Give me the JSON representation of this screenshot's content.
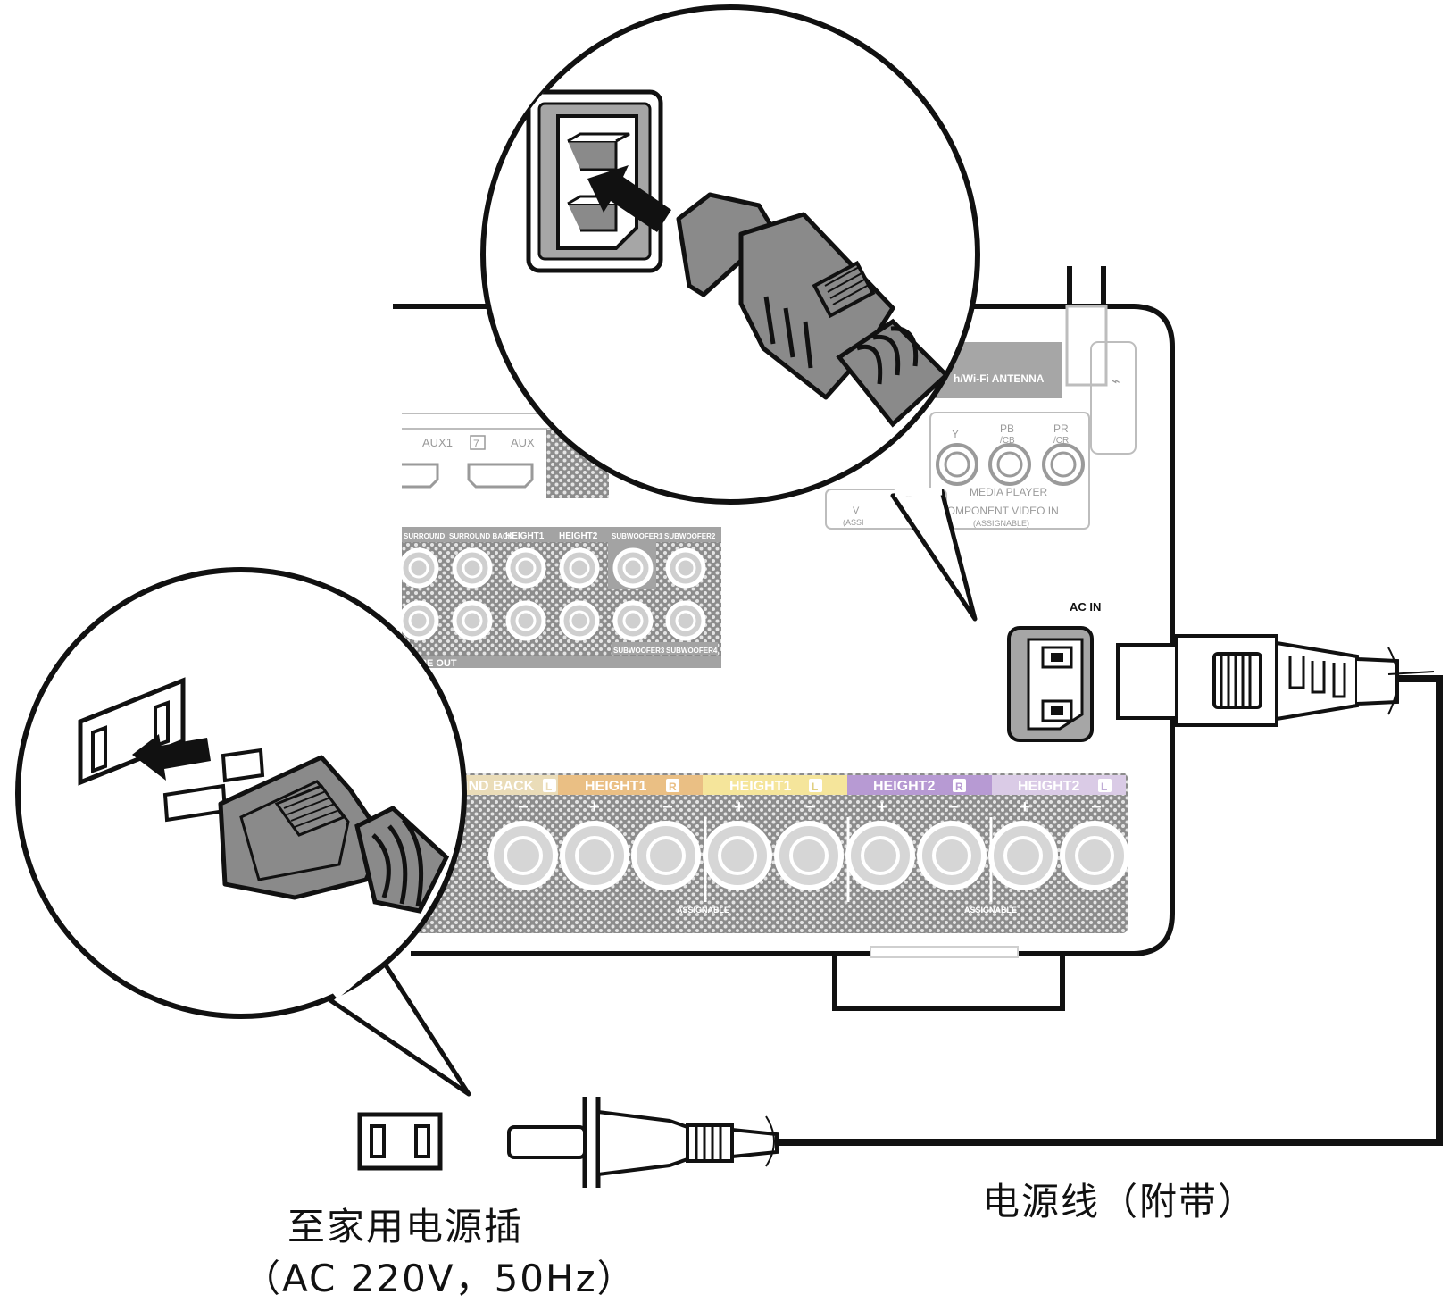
{
  "labels": {
    "antenna": "h/Wi-Fi ANTENNA",
    "aux1": "AUX1",
    "aux_num": "7",
    "aux2": "AUX",
    "media_player": "MEDIA PLAYER",
    "component_in": "COMPONENT VIDEO IN",
    "assignable": "(ASSIGNABLE)",
    "y": "Y",
    "pb": "PB",
    "pb_sub": "/CB",
    "pr": "PR",
    "pr_sub": "/CR",
    "v": "V",
    "assi": "(ASSI",
    "ac_in": "AC IN",
    "pre_out": "RE  OUT",
    "pre_headers": [
      "SURROUND",
      "SURROUND BACK",
      "HEIGHT1",
      "HEIGHT2",
      "SUBWOOFER1",
      "SUBWOOFER2"
    ],
    "sub3": "SUBWOOFER3",
    "sub4": "SUBWOOFER4",
    "spk_headers": [
      "IND BACK",
      "HEIGHT1",
      "HEIGHT1",
      "HEIGHT2",
      "HEIGHT2"
    ],
    "spk_lr": [
      "L",
      "R",
      "L",
      "R",
      "L"
    ],
    "spk_assignable": "ASSIGNABLE",
    "plus": "+",
    "minus": "−"
  },
  "captions": {
    "cord": "电源线（附带）",
    "outlet": "至家用电源插",
    "outlet_spec": "（AC 220V，50Hz）"
  },
  "colors": {
    "ink": "#111111",
    "panel_gray": "#a3a3a3",
    "plug_gray": "#8a8a8a",
    "height1_r": "#eabf84",
    "height1_l": "#f5e59b",
    "height2_r": "#b79ad3",
    "height2_l": "#dacbe6"
  }
}
